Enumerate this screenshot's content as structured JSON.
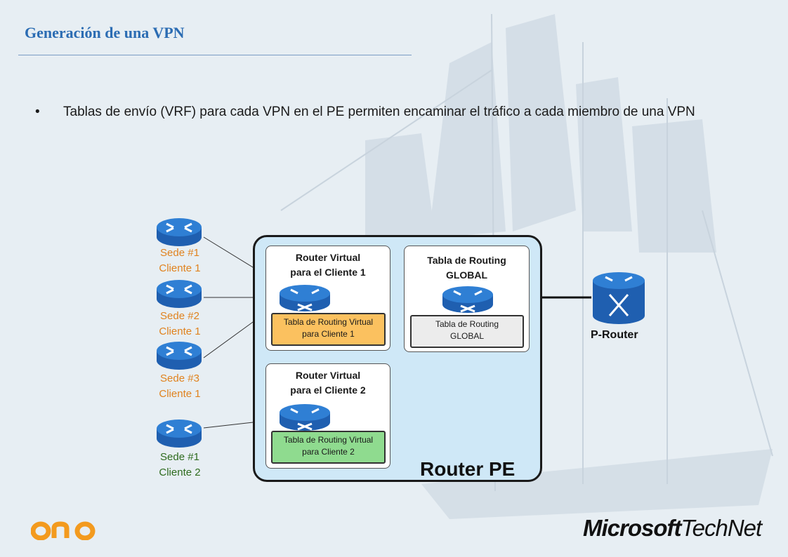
{
  "title": "Generación de una VPN",
  "bullet": "Tablas de envío (VRF) para cada VPN en el PE permiten encaminar el tráfico a cada miembro de una VPN",
  "sites": [
    {
      "line1": "Sede #1",
      "line2": "Cliente 1"
    },
    {
      "line1": "Sede #2",
      "line2": "Cliente 1"
    },
    {
      "line1": "Sede #3",
      "line2": "Cliente 1"
    },
    {
      "line1": "Sede #1",
      "line2": "Cliente 2"
    }
  ],
  "vr1": {
    "title1": "Router Virtual",
    "title2": "para el Cliente 1",
    "table1": "Tabla de Routing Virtual",
    "table2": "para Cliente 1"
  },
  "vr2": {
    "title1": "Router Virtual",
    "title2": "para el Cliente 2",
    "table1": "Tabla de Routing Virtual",
    "table2": "para Cliente 2"
  },
  "global": {
    "title1": "Tabla de Routing",
    "title2": "GLOBAL",
    "table1": "Tabla de Routing",
    "table2": "GLOBAL"
  },
  "pe_label": "Router PE",
  "p_router_label": "P-Router",
  "logos": {
    "ono": "ono",
    "ms_bold": "Microsoft",
    "ms_italic": "TechNet"
  },
  "colors": {
    "title": "#2b6cb3",
    "cliente1": "#e0821e",
    "cliente2": "#2e6b1e",
    "router": "#1f5fb0",
    "table_vr1": "#fbc15f",
    "table_vr2": "#8fdb8f",
    "table_global": "#ececec",
    "pe_fill": "#cfe8f7"
  },
  "icons": [
    "router-icon",
    "switch-router-icon",
    "ono-logo"
  ]
}
